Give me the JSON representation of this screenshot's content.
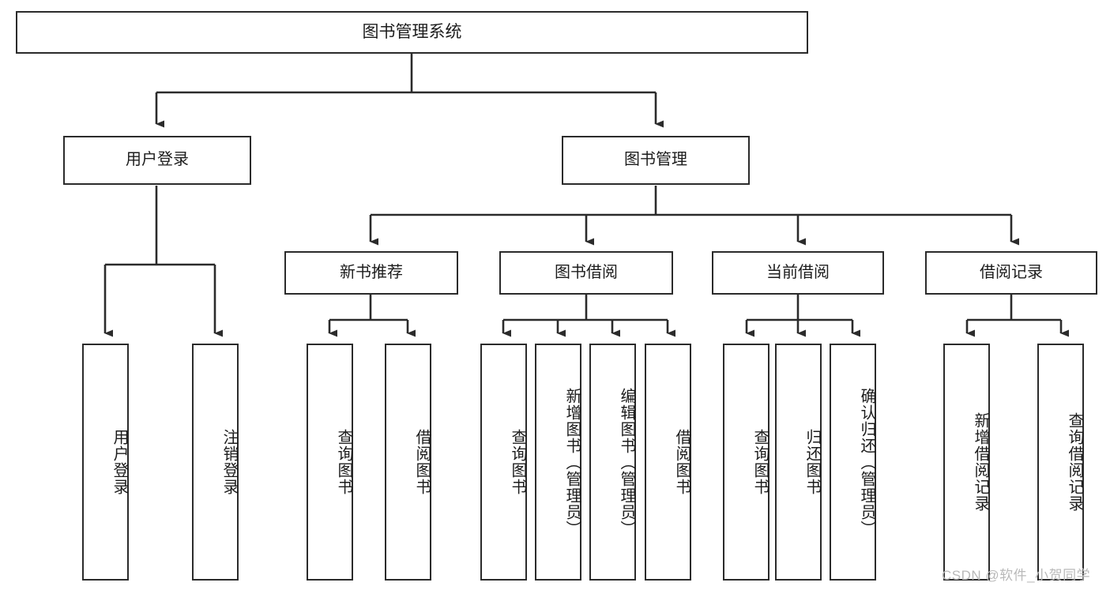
{
  "diagram": {
    "title": "图书管理系统",
    "watermark": "CSDN @软件_小贺同学",
    "type": "tree-hierarchy-diagram",
    "colors": {
      "box_border": "#2b2b2b",
      "box_fill": "#ffffff",
      "connector": "#2b2b2b",
      "text": "#1c1c1c",
      "watermark": "#b9b9b9",
      "background": "#ffffff"
    },
    "root": {
      "label": "图书管理系统"
    },
    "level2": [
      {
        "id": "user-login",
        "label": "用户登录"
      },
      {
        "id": "book-manage",
        "label": "图书管理"
      }
    ],
    "level3": [
      {
        "id": "new-book-recommend",
        "label": "新书推荐"
      },
      {
        "id": "book-borrow",
        "label": "图书借阅"
      },
      {
        "id": "current-borrow",
        "label": "当前借阅"
      },
      {
        "id": "borrow-record",
        "label": "借阅记录"
      }
    ],
    "leaves": {
      "user_login": [
        {
          "id": "leaf-user-login",
          "label": "用户登录"
        },
        {
          "id": "leaf-logout-login",
          "label": "注销登录"
        }
      ],
      "new_book_recommend": [
        {
          "id": "leaf-query-book-1",
          "label": "查询图书"
        },
        {
          "id": "leaf-borrow-book-1",
          "label": "借阅图书"
        }
      ],
      "book_borrow": [
        {
          "id": "leaf-query-book-2",
          "label": "查询图书"
        },
        {
          "id": "leaf-add-book",
          "label": "新增图书（管理员）"
        },
        {
          "id": "leaf-edit-book",
          "label": "编辑图书（管理员）"
        },
        {
          "id": "leaf-borrow-book-2",
          "label": "借阅图书"
        }
      ],
      "current_borrow": [
        {
          "id": "leaf-query-book-3",
          "label": "查询图书"
        },
        {
          "id": "leaf-return-book",
          "label": "归还图书"
        },
        {
          "id": "leaf-confirm-return",
          "label": "确认归还（管理员）"
        }
      ],
      "borrow_record": [
        {
          "id": "leaf-add-record",
          "label": "新增借阅记录"
        },
        {
          "id": "leaf-query-record",
          "label": "查询借阅记录"
        }
      ]
    }
  }
}
